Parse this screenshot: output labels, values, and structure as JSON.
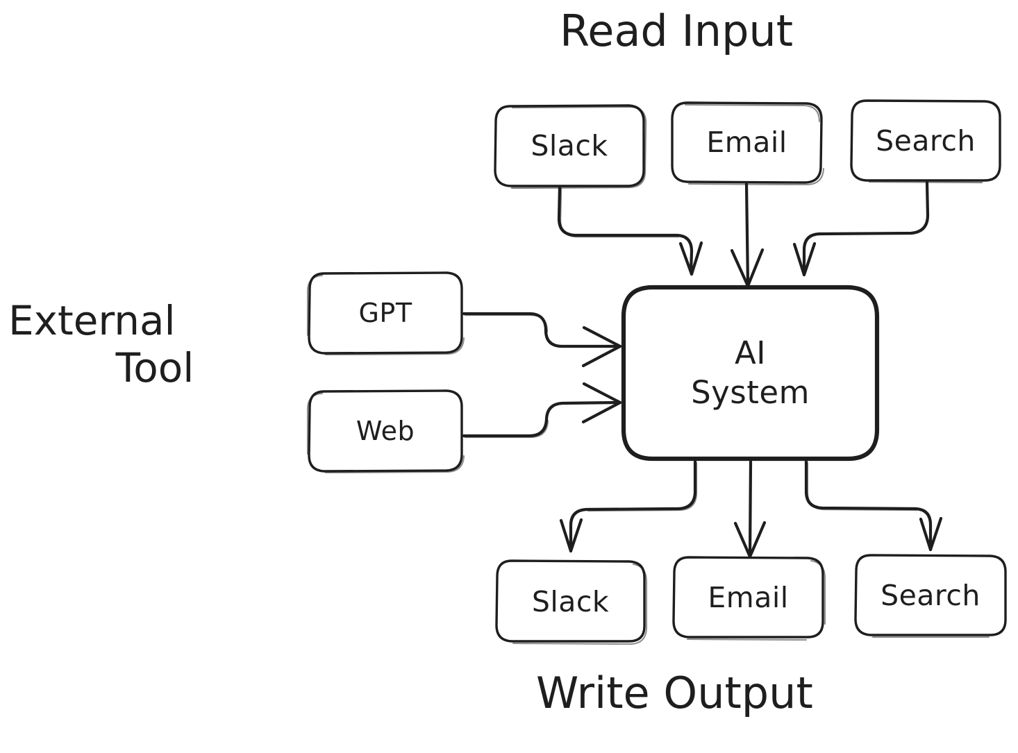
{
  "diagram": {
    "title_read_input": "Read Input",
    "title_write_output": "Write Output",
    "title_external_tool_line1": "External",
    "title_external_tool_line2": "Tool",
    "stroke_color": "#1e1e1e",
    "background_color": "#ffffff",
    "style": "hand-drawn-sketch"
  },
  "inputs": {
    "group_label": "Read Input",
    "nodes": [
      {
        "id": "input-slack",
        "label": "Slack"
      },
      {
        "id": "input-email",
        "label": "Email"
      },
      {
        "id": "input-search",
        "label": "Search"
      }
    ]
  },
  "tools": {
    "group_label_line1": "External",
    "group_label_line2": "Tool",
    "nodes": [
      {
        "id": "tool-gpt",
        "label": "GPT"
      },
      {
        "id": "tool-web",
        "label": "Web"
      }
    ]
  },
  "core": {
    "id": "ai-system",
    "label_line1": "AI",
    "label_line2": "System"
  },
  "outputs": {
    "group_label": "Write Output",
    "nodes": [
      {
        "id": "output-slack",
        "label": "Slack"
      },
      {
        "id": "output-email",
        "label": "Email"
      },
      {
        "id": "output-search",
        "label": "Search"
      }
    ]
  },
  "connections": [
    {
      "from": "input-slack",
      "to": "ai-system",
      "arrowhead": "open-v"
    },
    {
      "from": "input-email",
      "to": "ai-system",
      "arrowhead": "open-v"
    },
    {
      "from": "input-search",
      "to": "ai-system",
      "arrowhead": "open-v"
    },
    {
      "from": "tool-gpt",
      "to": "ai-system",
      "arrowhead": "open-v"
    },
    {
      "from": "tool-web",
      "to": "ai-system",
      "arrowhead": "open-v"
    },
    {
      "from": "ai-system",
      "to": "output-slack",
      "arrowhead": "open-v"
    },
    {
      "from": "ai-system",
      "to": "output-email",
      "arrowhead": "open-v"
    },
    {
      "from": "ai-system",
      "to": "output-search",
      "arrowhead": "open-v"
    }
  ]
}
